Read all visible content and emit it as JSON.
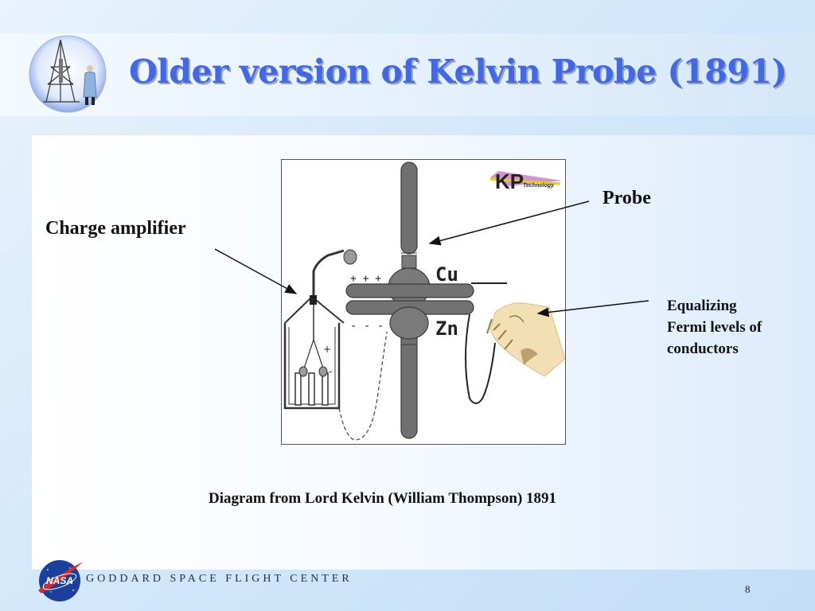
{
  "slide": {
    "title": "Older version of Kelvin Probe (1891)",
    "page_number": "8"
  },
  "diagram": {
    "metal_top": "Cu",
    "metal_bottom": "Zn",
    "charge_plus": "+ + +",
    "charge_minus": "- - -",
    "electroscope_plus": "+",
    "electroscope_minus": "-",
    "kp_logo": "KP",
    "kp_logo_sub": "Technology"
  },
  "labels": {
    "charge_amplifier": "Charge amplifier",
    "probe": "Probe",
    "fermi": "Equalizing\nFermi levels of\nconductors",
    "caption": "Diagram from Lord Kelvin (William Thompson) 1891"
  },
  "footer": {
    "org_name": "GODDARD SPACE FLIGHT CENTER",
    "nasa_logo": "NASA"
  },
  "colors": {
    "title": "#4169e6",
    "probe_gray": "#707070",
    "nasa_blue": "#1b3f9c",
    "nasa_red": "#d62a2a"
  }
}
